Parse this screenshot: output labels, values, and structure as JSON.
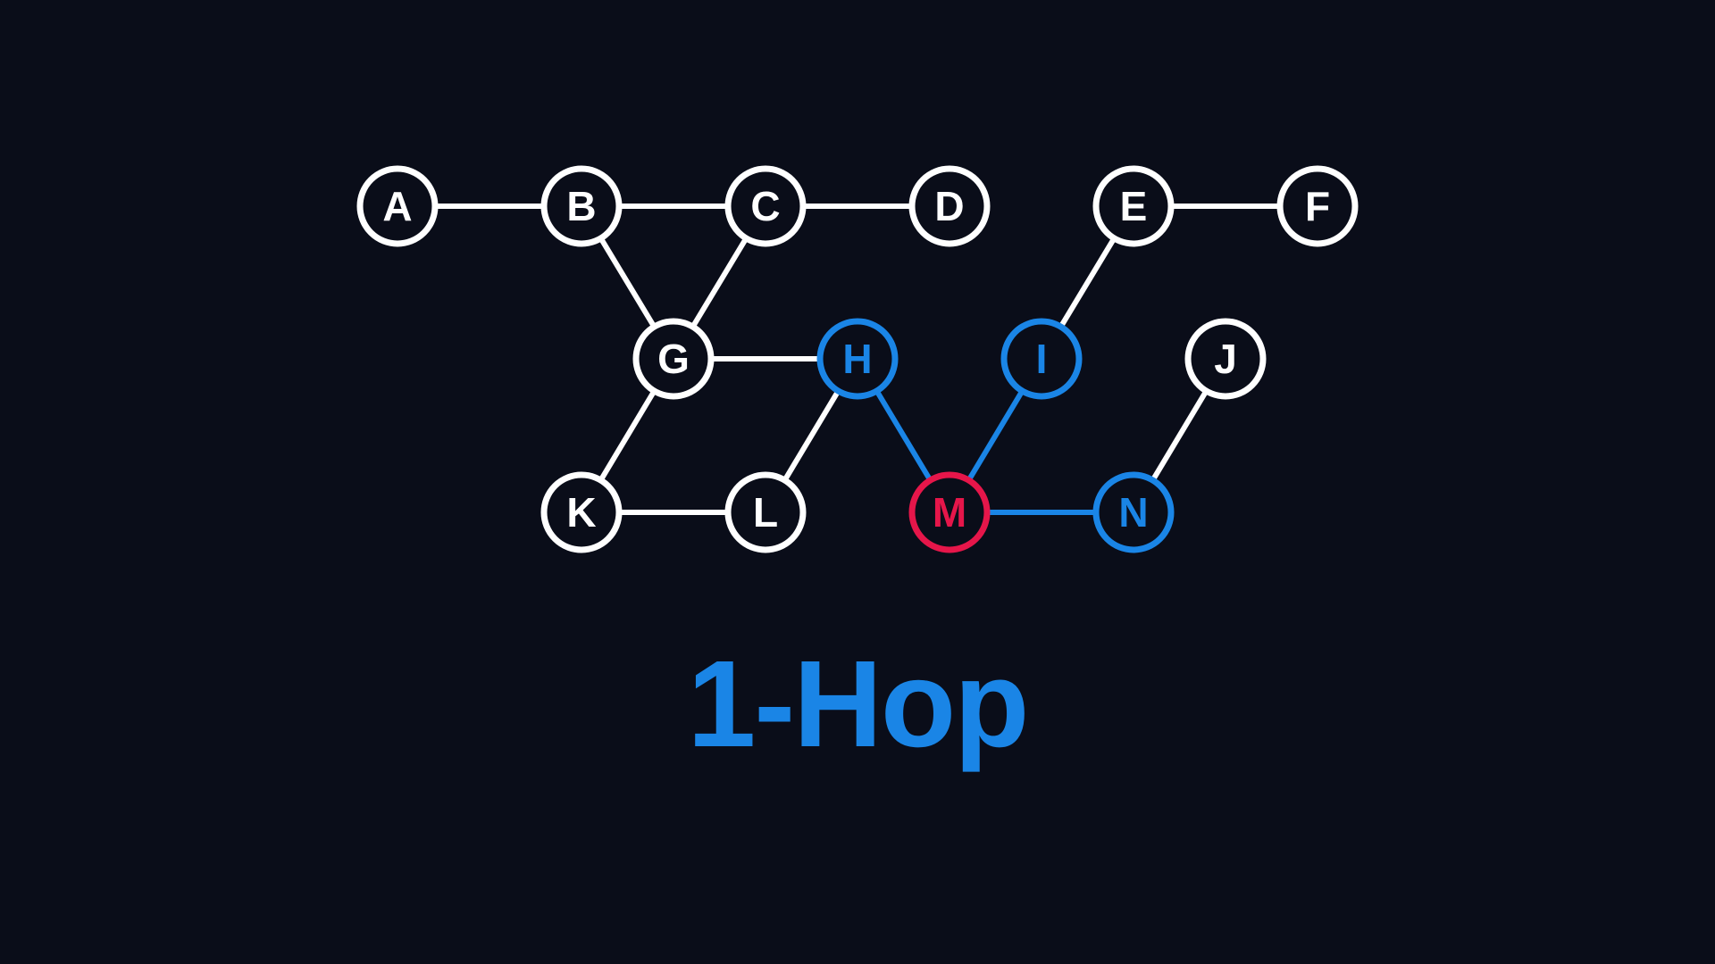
{
  "colors": {
    "background": "#0a0d19",
    "default": "#ffffff",
    "neighbor": "#1a85e6",
    "focus": "#e6164a"
  },
  "title": "1-Hop",
  "nodes": [
    {
      "id": "A",
      "state": "default"
    },
    {
      "id": "B",
      "state": "default"
    },
    {
      "id": "C",
      "state": "default"
    },
    {
      "id": "D",
      "state": "default"
    },
    {
      "id": "E",
      "state": "default"
    },
    {
      "id": "F",
      "state": "default"
    },
    {
      "id": "G",
      "state": "default"
    },
    {
      "id": "H",
      "state": "neighbor"
    },
    {
      "id": "I",
      "state": "neighbor"
    },
    {
      "id": "J",
      "state": "default"
    },
    {
      "id": "K",
      "state": "default"
    },
    {
      "id": "L",
      "state": "default"
    },
    {
      "id": "M",
      "state": "focus"
    },
    {
      "id": "N",
      "state": "neighbor"
    }
  ],
  "edges": [
    {
      "from": "A",
      "to": "B",
      "state": "default"
    },
    {
      "from": "B",
      "to": "C",
      "state": "default"
    },
    {
      "from": "C",
      "to": "D",
      "state": "default"
    },
    {
      "from": "E",
      "to": "F",
      "state": "default"
    },
    {
      "from": "B",
      "to": "G",
      "state": "default"
    },
    {
      "from": "C",
      "to": "G",
      "state": "default"
    },
    {
      "from": "G",
      "to": "H",
      "state": "default"
    },
    {
      "from": "G",
      "to": "K",
      "state": "default"
    },
    {
      "from": "K",
      "to": "L",
      "state": "default"
    },
    {
      "from": "L",
      "to": "H",
      "state": "default"
    },
    {
      "from": "H",
      "to": "M",
      "state": "neighbor"
    },
    {
      "from": "M",
      "to": "I",
      "state": "neighbor"
    },
    {
      "from": "M",
      "to": "N",
      "state": "neighbor"
    },
    {
      "from": "I",
      "to": "E",
      "state": "default"
    },
    {
      "from": "N",
      "to": "J",
      "state": "default"
    }
  ]
}
